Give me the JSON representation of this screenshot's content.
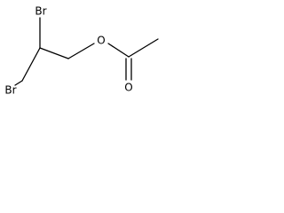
{
  "molecule": {
    "atoms": [
      {
        "id": "br1",
        "label": "Br"
      },
      {
        "id": "br2",
        "label": "Br"
      },
      {
        "id": "o1",
        "label": "O"
      },
      {
        "id": "o2",
        "label": "O"
      }
    ]
  }
}
